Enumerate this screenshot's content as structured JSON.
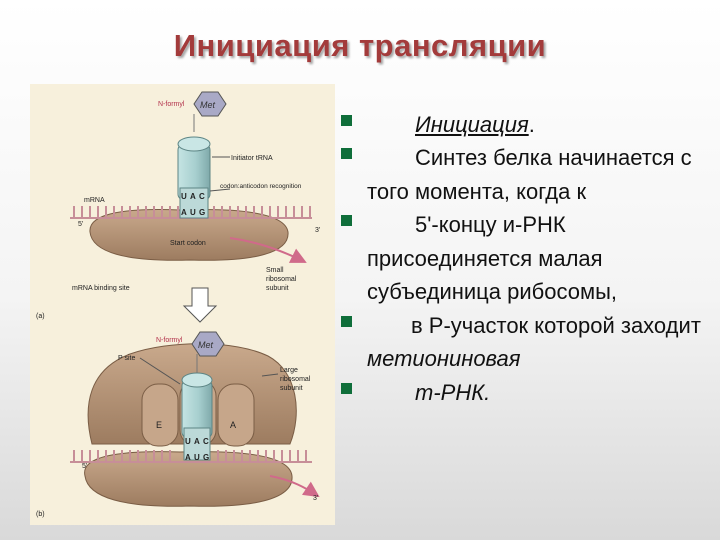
{
  "slide": {
    "title": "Инициация трансляции"
  },
  "bullets": [
    {
      "parts": [
        {
          "text": "Инициация",
          "style": "underline-italic"
        },
        {
          "text": ".",
          "style": "normal"
        }
      ]
    },
    {
      "parts": [
        {
          "text": "Синтез белка начинается с того момента, когда к",
          "style": "normal"
        }
      ]
    },
    {
      "parts": [
        {
          "text": "5'-концу  и-РНК присоединяется малая субъединица рибосомы,",
          "style": "normal"
        }
      ]
    },
    {
      "parts": [
        {
          "text": "в Р-участок  которой заходит  ",
          "style": "normal"
        },
        {
          "text": "метиониновая",
          "style": "italic"
        }
      ]
    },
    {
      "parts": [
        {
          "text": "m-РНК.",
          "style": "italic"
        }
      ]
    }
  ],
  "figure": {
    "panel_a": {
      "label": "(a)",
      "n_formyl": "N-formyl",
      "met": "Met",
      "initiator_trna": "Initiator tRNA",
      "codon_recognition": "codon:anticodon recognition",
      "mrna": "mRNA",
      "five_prime": "5'",
      "three_prime": "3'",
      "anticodon": [
        "U",
        "A",
        "C"
      ],
      "codon": [
        "A",
        "U",
        "G"
      ],
      "start_codon": "Start codon",
      "small_subunit_1": "Small",
      "small_subunit_2": "ribosomal",
      "small_subunit_3": "subunit",
      "binding_site": "mRNA binding site"
    },
    "panel_b": {
      "label": "(b)",
      "n_formyl": "N-formyl",
      "met": "Met",
      "p_site": "P site",
      "large_subunit_1": "Large",
      "large_subunit_2": "ribosomal",
      "large_subunit_3": "subunit",
      "e_site": "E",
      "a_site": "A",
      "five_prime": "5'",
      "three_prime": "3'",
      "anticodon": [
        "U",
        "A",
        "C"
      ],
      "codon": [
        "A",
        "U",
        "G"
      ]
    },
    "colors": {
      "background": "#f7f0dc",
      "ribosome": "#b89679",
      "trna": "#a7cfcf",
      "met": "#a9a9c6",
      "mrna": "#c78e98",
      "arrow": "#d06a8a",
      "accent_title": "#a33b3b",
      "bullet_square": "#0f6e3a"
    }
  }
}
